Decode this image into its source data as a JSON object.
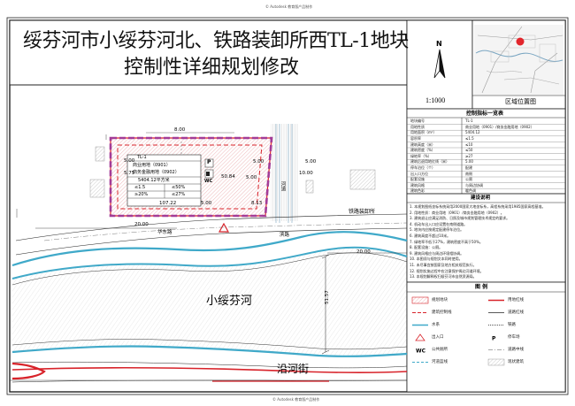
{
  "header_note": "© Autodesk 教育版产品制作",
  "footer_note": "© Autodesk 教育版产品制作",
  "title": {
    "line1": "绥芬河市小绥芬河北、铁路装卸所西TL-1地块",
    "line2": "控制性详细规划修改"
  },
  "north_label": "N",
  "scale": "1:1000",
  "location_caption": "区域位置图",
  "control_table": {
    "title": "控制指标一览表",
    "rows": [
      {
        "label": "地块编号",
        "value": "TL-1"
      },
      {
        "label": "用地性质",
        "value": "商业用地（0901）/商务金融用地（0902）"
      },
      {
        "label": "用地面积（m²）",
        "value": "5404.12"
      },
      {
        "label": "容积率",
        "value": "≤1.5"
      },
      {
        "label": "建筑高度（米）",
        "value": "≤10"
      },
      {
        "label": "建筑密度（%）",
        "value": "≤50"
      },
      {
        "label": "绿地率（%）",
        "value": "≥27"
      },
      {
        "label": "建筑后退用地红线（米）",
        "value": "5.00"
      },
      {
        "label": "停车泊位（个）",
        "value": "配建"
      },
      {
        "label": "出入口方位",
        "value": "南侧"
      },
      {
        "label": "配套设施",
        "value": "公厕"
      },
      {
        "label": "建筑风格",
        "value": "与周边协调"
      },
      {
        "label": "建筑色彩",
        "value": "暖色调"
      }
    ]
  },
  "notes": {
    "title": "建设说明",
    "lines": [
      "1. 本规划图纸坐标系统采用2000国家大地坐标系，高程系统采用1985国家高程基准。",
      "2. 用地性质：商业用地（0901）/商务金融用地（0902）。",
      "3. 建筑退让应满足消防、日照及城市规划管理技术规定的要求。",
      "4. 机动车出入口应设置在南侧道路。",
      "5. 地块内应按规定配建停车泊位。",
      "6. 建筑高度不超过10米。",
      "7. 绿地率不低于27%，建筑密度不高于50%。",
      "8. 配套设施：公厕。",
      "9. 建筑风格应与周边环境相协调。",
      "10. 本图须与规划文本同时使用。",
      "11. 未尽事宜按国家及地方相关规范执行。",
      "12. 规划实施过程中应注意保护周边河道环境。",
      "13. 本规划解释权归绥芬河市自然资源局。"
    ]
  },
  "legend": {
    "title": "图 例",
    "items": [
      {
        "label": "规划地块",
        "symbol": "hatch-red"
      },
      {
        "label": "用地红线",
        "symbol": "redline"
      },
      {
        "label": "建筑控制线",
        "symbol": "dash-red"
      },
      {
        "label": "道路红线",
        "symbol": "solid-black"
      },
      {
        "label": "水系",
        "symbol": "blue-line"
      },
      {
        "label": "铁路",
        "symbol": "rail"
      },
      {
        "label": "出入口",
        "symbol": "triangle"
      },
      {
        "label": "停车场",
        "symbol": "P"
      },
      {
        "label": "公共厕所",
        "symbol": "WC"
      },
      {
        "label": "道路中线",
        "symbol": "dashdot"
      },
      {
        "label": "河道蓝线",
        "symbol": "blue-dash"
      },
      {
        "label": "现状建筑",
        "symbol": "hatch-grey"
      }
    ]
  },
  "parcel": {
    "id": "TL-1",
    "use1": "商业用地（0901）",
    "use2": "商务金融用地（0902）",
    "area": "5404.12平方米",
    "far": "≤1.5",
    "coverage": "≤50%",
    "height": "≥20%",
    "green": "≤27%",
    "icon_p": "P",
    "icon_wc": "WC"
  },
  "dimensions": {
    "top": "8.00",
    "left1": "5.00",
    "left2": "5.75",
    "bottom_left": "107.22",
    "bottom_mid": "5.00",
    "center_h": "50.84",
    "right1": "5.00",
    "right2": "5.00",
    "right3": "8.13",
    "right_outer1": "5.00",
    "right_outer2": "10.00",
    "road_w": "20.00",
    "road_w_right": "20.00",
    "river_w": "51.57"
  },
  "labels": {
    "river_small": "河道",
    "rail_station": "铁路装卸所",
    "road_north": "华东路",
    "road_bridge": "滨路",
    "river_main": "小绥芬河",
    "street_south": "沿河街"
  },
  "colors": {
    "parcel_red": "#d8232a",
    "building_purple": "#a33c97",
    "water_blue": "#3fa9c9",
    "grey": "#888888"
  }
}
